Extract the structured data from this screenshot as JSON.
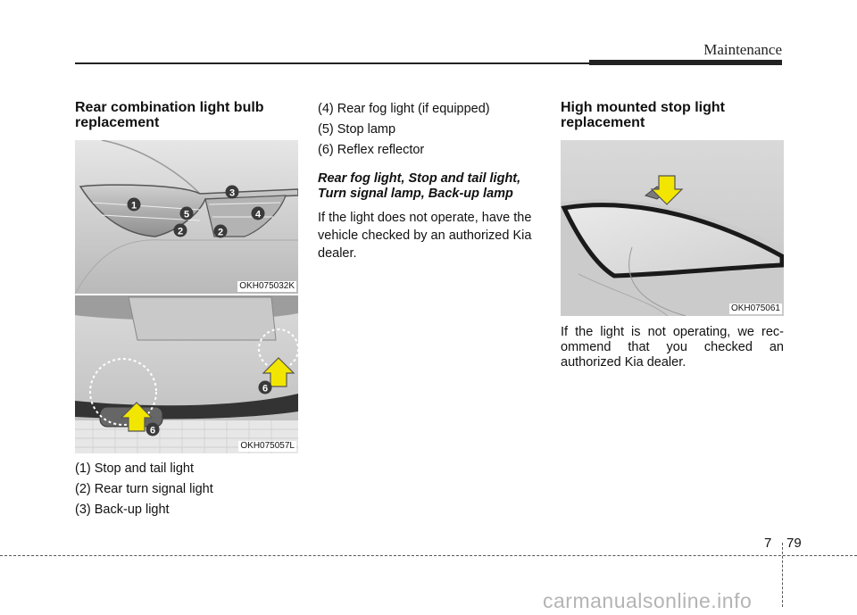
{
  "header": {
    "section": "Maintenance"
  },
  "left": {
    "heading": "Rear combination light bulb replacement",
    "figure1_code": "OKH075032K",
    "figure1_callouts": [
      "1",
      "5",
      "3",
      "4",
      "2",
      "2"
    ],
    "figure2_code": "OKH075057L",
    "figure2_callouts": [
      "6",
      "6"
    ],
    "items": [
      "(1) Stop and tail light",
      "(2) Rear turn signal light",
      "(3) Back-up light"
    ]
  },
  "middle": {
    "items": [
      "(4) Rear fog light (if equipped)",
      "(5) Stop lamp",
      "(6) Reflex reflector"
    ],
    "subheading": "Rear fog light, Stop and tail light, Turn signal lamp, Back-up lamp",
    "body": "If the light does not operate, have the vehicle checked by an authorized Kia dealer."
  },
  "right": {
    "heading": "High mounted stop light replacement",
    "figure_code": "OKH075061",
    "body": "If the light is not operating, we rec-ommend that you checked an authorized Kia dealer."
  },
  "footer": {
    "chapter": "7",
    "page": "79",
    "watermark": "carmanualsonline.info"
  },
  "colors": {
    "arrow_fill": "#f2e600",
    "arrow_stroke": "#555555",
    "callout_fill": "#3a3a3a"
  }
}
